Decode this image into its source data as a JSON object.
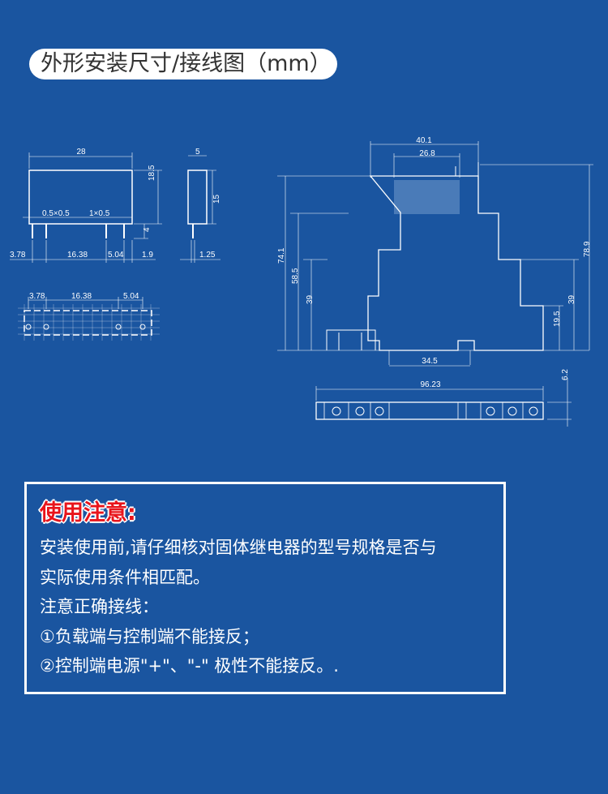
{
  "title": "外形安装尺寸/接线图（mm）",
  "relay_front": {
    "width": "28",
    "height": "18.5",
    "pin_length": "4",
    "pin_a": "0.5×0.5",
    "pin_b": "1×0.5",
    "d1": "3.78",
    "d2": "16.38",
    "d3": "5.04",
    "d4": "1.9"
  },
  "relay_side": {
    "width": "5",
    "height": "15",
    "pin": "1.25"
  },
  "relay_bottom": {
    "d1": "3.78",
    "d2": "16.38",
    "d3": "5.04"
  },
  "socket": {
    "top_width": "40.1",
    "window_width": "26.8",
    "h1": "74.1",
    "h2": "58.5",
    "h3": "39",
    "h4": "78.9",
    "h5": "39",
    "h6": "19.5",
    "rail": "34.5",
    "length": "96.23",
    "thickness": "6.2"
  },
  "notice": {
    "heading": "使用注意:",
    "lines": [
      "安装使用前,请仔细核对固体继电器的型号规格是否与",
      "实际使用条件相匹配。",
      "注意正确接线：",
      "①负载端与控制端不能接反；",
      "②控制端电源\"+\"、\"-\" 极性不能接反。."
    ]
  },
  "colors": {
    "background": "#1a55a0",
    "heading": "#e8141b"
  }
}
